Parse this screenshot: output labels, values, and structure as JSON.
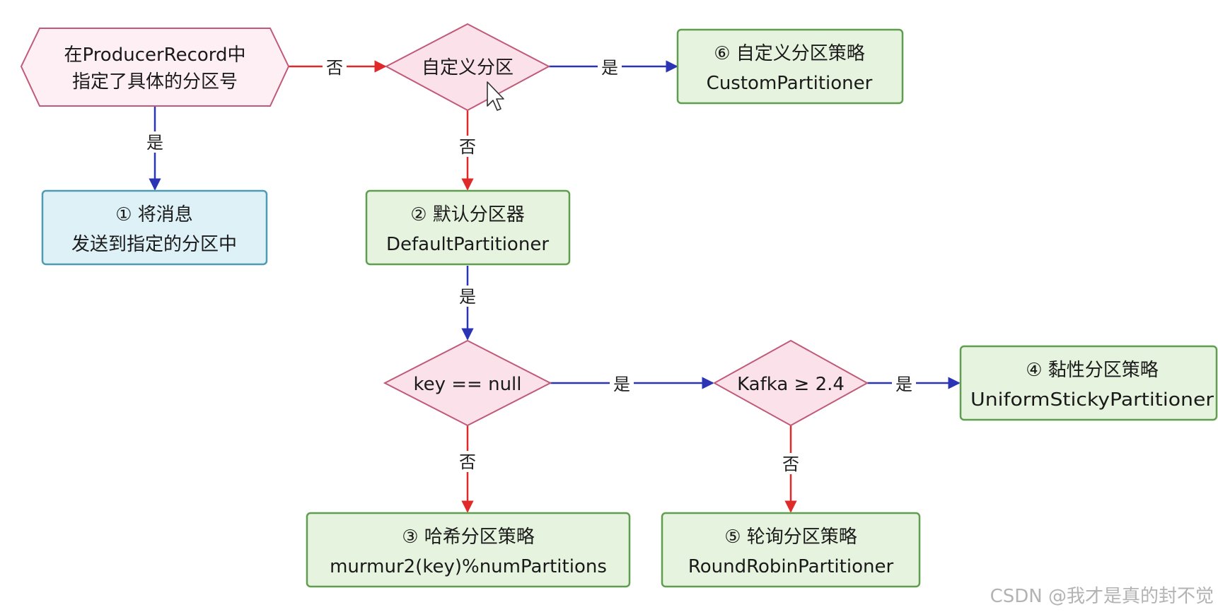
{
  "colors": {
    "hexagon_fill": "#fdeff3",
    "hexagon_stroke": "#c05a78",
    "diamond_fill": "#fbe2ea",
    "diamond_stroke": "#c05a78",
    "green_fill": "#e6f3de",
    "green_stroke": "#5f9e4f",
    "blue_fill": "#def1f7",
    "blue_stroke": "#4e9bb4",
    "arrow_red": "#e02a2a",
    "arrow_blue": "#2a34b4"
  },
  "nodes": {
    "start": {
      "line1": "在ProducerRecord中",
      "line2": "指定了具体的分区号"
    },
    "custom_decision": {
      "label": "自定义分区"
    },
    "custom_box": {
      "line1": "⑥ 自定义分区策略",
      "line2": "CustomPartitioner"
    },
    "send_box": {
      "line1": "① 将消息",
      "line2": "发送到指定的分区中"
    },
    "default_box": {
      "line1": "② 默认分区器",
      "line2": "DefaultPartitioner"
    },
    "key_decision": {
      "label": "key == null"
    },
    "kafka_decision": {
      "label": "Kafka ≥ 2.4"
    },
    "sticky_box": {
      "line1": "④ 黏性分区策略",
      "line2": "UniformStickyPartitioner"
    },
    "hash_box": {
      "line1": "③ 哈希分区策略",
      "line2": "murmur2(key)%numPartitions"
    },
    "roundrobin_box": {
      "line1": "⑤ 轮询分区策略",
      "line2": "RoundRobinPartitioner"
    }
  },
  "edges": {
    "start_no": "否",
    "start_yes": "是",
    "custom_yes": "是",
    "custom_no": "否",
    "default_yes": "是",
    "key_yes": "是",
    "key_no": "否",
    "kafka_yes": "是",
    "kafka_no": "否"
  },
  "watermark": "CSDN @我才是真的封不觉"
}
